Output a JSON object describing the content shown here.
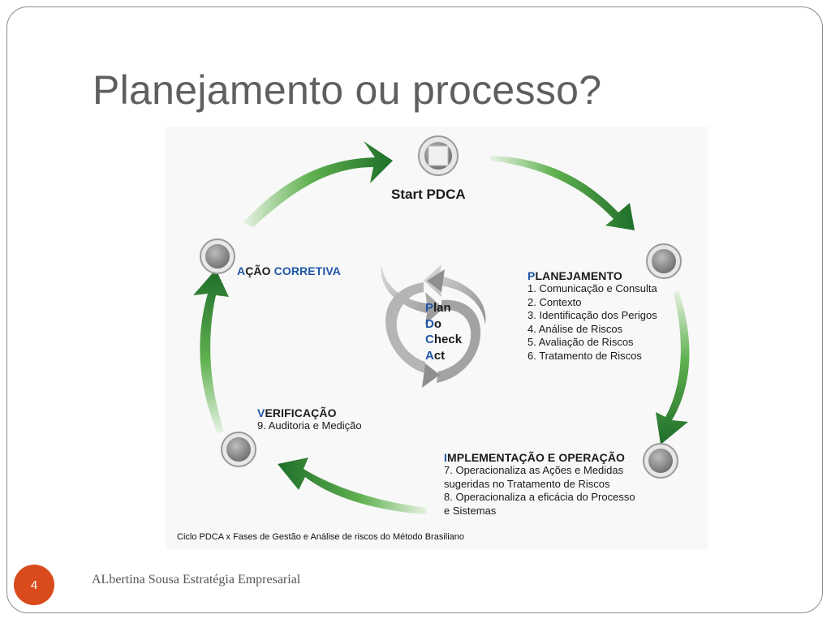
{
  "slide": {
    "title": "Planejamento ou processo?",
    "page_number": "4",
    "footer": "ALbertina Sousa Estratégia Empresarial",
    "colors": {
      "accent_badge": "#d94a1c",
      "arrow_green": "#2e8b3c",
      "heading_blue": "#1f56a8"
    }
  },
  "diagram": {
    "start": "Start PDCA",
    "planejamento": {
      "initial": "P",
      "rest": "LANEJAMENTO",
      "items": [
        "1. Comunicação e Consulta",
        "2. Contexto",
        "3. Identificação dos Perigos",
        "4. Análise de Riscos",
        "5. Avaliação de Riscos",
        "6. Tratamento de Riscos"
      ]
    },
    "implementacao": {
      "initial": "I",
      "rest": "MPLEMENTAÇÃO E OPERAÇÃO",
      "items": [
        "7. Operacionaliza as Ações e Medidas",
        "sugeridas no Tratamento de Riscos",
        "8. Operacionaliza a eficácia do Processo",
        "e Sistemas"
      ]
    },
    "verificacao": {
      "initial": "V",
      "rest": "ERIFICAÇÃO",
      "items": [
        "9. Auditoria e Medição"
      ]
    },
    "acao": {
      "initial": "A",
      "rest": "ÇÃO ",
      "initial2": "C",
      "rest2": "ORRETIVA"
    },
    "center": [
      {
        "initial": "P",
        "rest": "lan"
      },
      {
        "initial": "D",
        "rest": "o"
      },
      {
        "initial": "C",
        "rest": "heck"
      },
      {
        "initial": "A",
        "rest": "ct"
      }
    ],
    "caption": "Ciclo PDCA x Fases de Gestão e Análise de riscos do Método Brasiliano"
  }
}
